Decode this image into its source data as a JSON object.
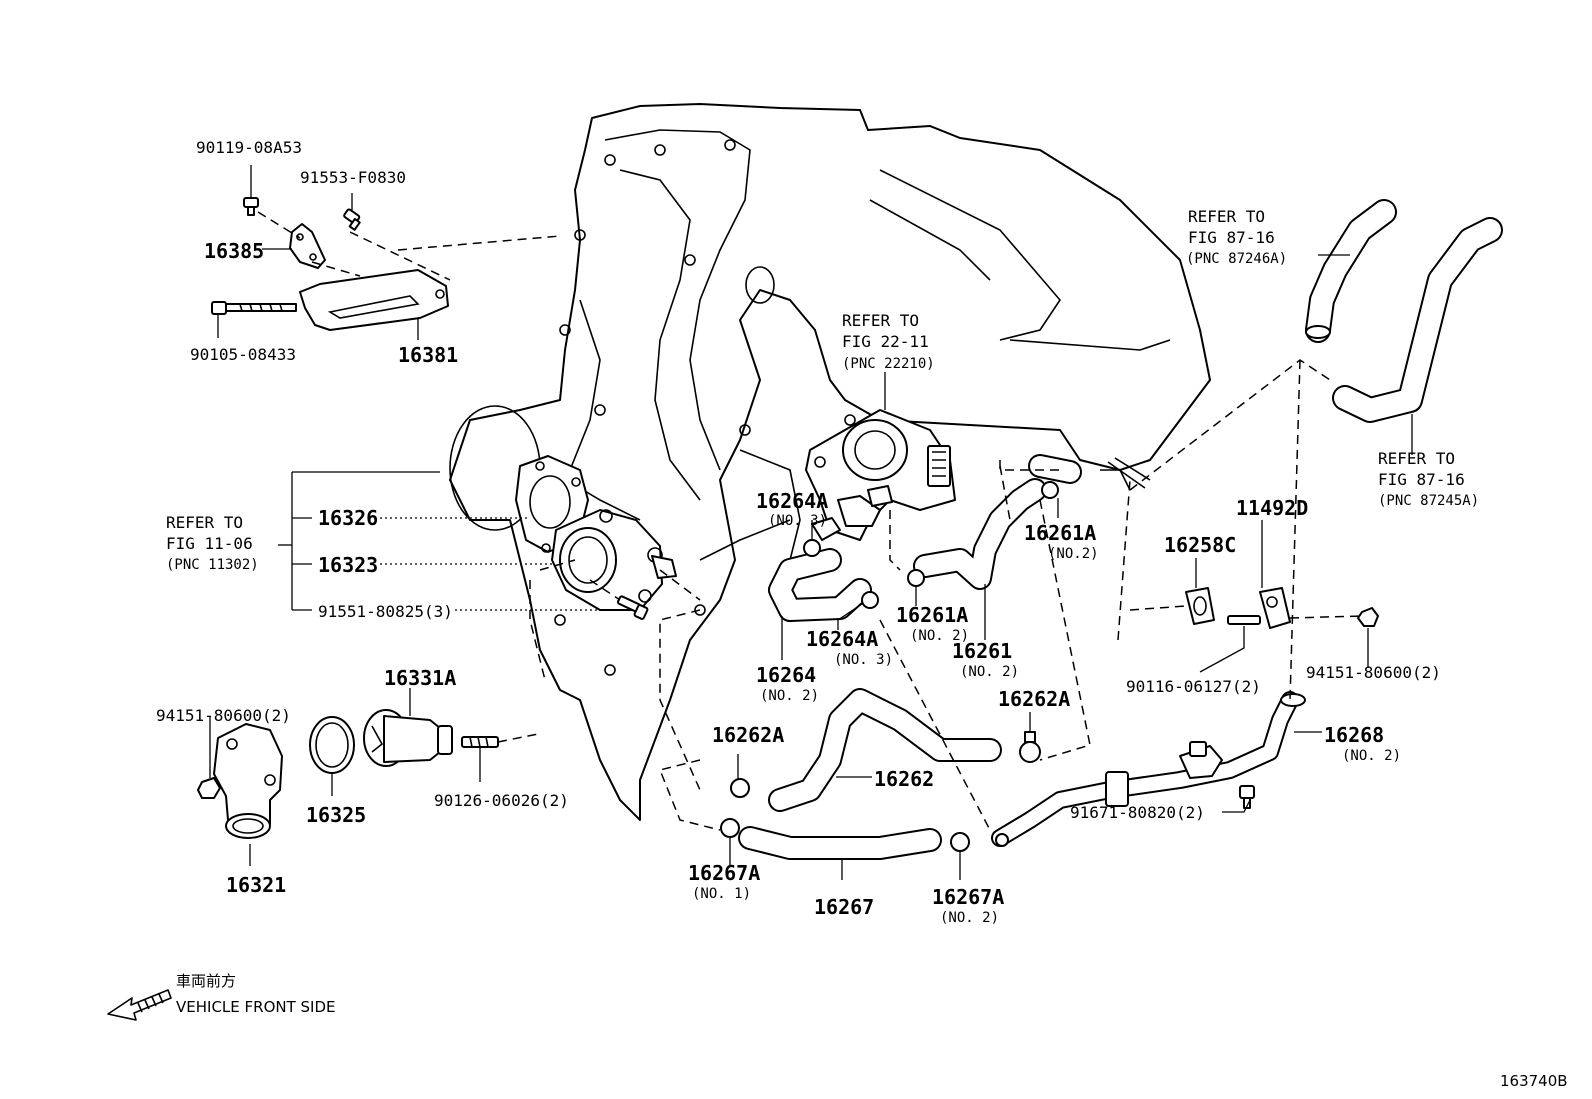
{
  "parts": {
    "p90119": "90119-08A53",
    "p91553": "91553-F0830",
    "p16385": "16385",
    "p90105": "90105-08433",
    "p16381": "16381",
    "ref_1106": [
      "REFER TO",
      "FIG 11-06",
      "(PNC 11302)"
    ],
    "p16326": "16326",
    "p16323": "16323",
    "p91551": "91551-80825(3)",
    "p94151a": "94151-80600(2)",
    "p16331a": "16331A",
    "p16325": "16325",
    "p16321": "16321",
    "p90126": "90126-06026(2)",
    "ref_2211": [
      "REFER TO",
      "FIG 22-11",
      "(PNC 22210)"
    ],
    "p16264a_1": "16264A",
    "p16264a_1_sub": "(NO. 3)",
    "p16264a_2": "16264A",
    "p16264a_2_sub": "(NO. 3)",
    "p16264": "16264",
    "p16264_sub": "(NO. 2)",
    "p16261a_1": "16261A",
    "p16261a_1_sub": "(NO.2)",
    "p16261a_2": "16261A",
    "p16261a_2_sub": "(NO. 2)",
    "p16261": "16261",
    "p16261_sub": "(NO. 2)",
    "p16262a_1": "16262A",
    "p16262a_2": "16262A",
    "p16262": "16262",
    "p16267a_1": "16267A",
    "p16267a_1_sub": "(NO. 1)",
    "p16267": "16267",
    "p16267a_2": "16267A",
    "p16267a_2_sub": "(NO. 2)",
    "ref_8716a": [
      "REFER TO",
      "FIG 87-16",
      "(PNC 87246A)"
    ],
    "ref_8716b": [
      "REFER TO",
      "FIG 87-16",
      "(PNC 87245A)"
    ],
    "p16258c": "16258C",
    "p11492d": "11492D",
    "p90116": "90116-06127(2)",
    "p94151b": "94151-80600(2)",
    "p16268": "16268",
    "p16268_sub": "(NO. 2)",
    "p91671": "91671-80820(2)"
  },
  "direction": {
    "jp": "車両前方",
    "en": "VEHICLE FRONT SIDE"
  },
  "figure_id": "163740B"
}
